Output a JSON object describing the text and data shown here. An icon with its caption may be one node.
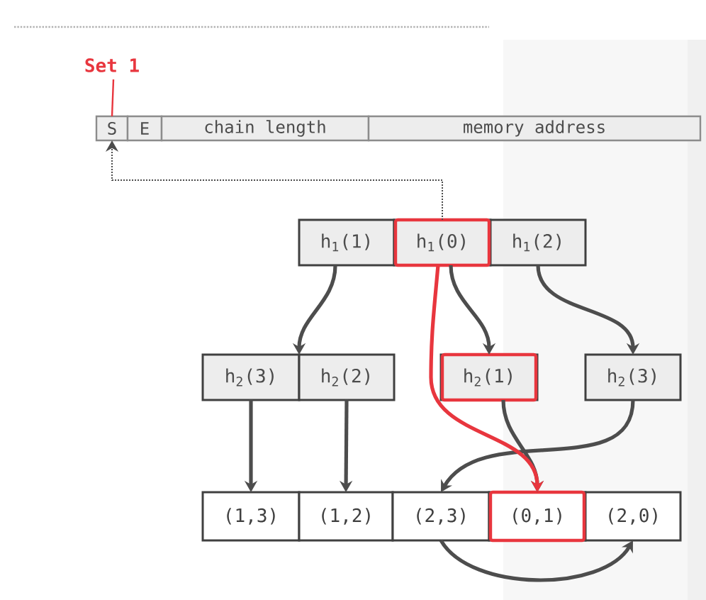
{
  "diagram": {
    "nodes": [
      {
        "text": [
          "Set 1"
        ]
      },
      {
        "text": [
          "S"
        ]
      },
      {
        "text": [
          "E"
        ]
      },
      {
        "text": [
          "chain length"
        ]
      },
      {
        "text": [
          "memory address"
        ]
      },
      {
        "text": [
          "h$_{1}$(1)"
        ]
      },
      {
        "text": [
          "h$_{1}$(0)"
        ]
      },
      {
        "text": [
          "h$_{1}$(2)"
        ]
      },
      {
        "text": [
          "h$_{2}$(3)"
        ]
      },
      {
        "text": [
          "h$_{2}$(2)"
        ]
      },
      {
        "text": [
          "h$_{2}$(1)"
        ]
      },
      {
        "text": [
          "h$_{2}$(3)"
        ]
      },
      {
        "text": [
          "(1,3)"
        ]
      },
      {
        "text": [
          "(1,2)"
        ]
      },
      {
        "text": [
          "(2,3)"
        ]
      },
      {
        "text": [
          "(0,1)"
        ]
      },
      {
        "text": [
          "(2,0)"
        ]
      }
    ],
    "edges": [
      {
        "from": 0,
        "to": 1,
        "arrow": "none",
        "color": "#e8363e"
      },
      {
        "from": 6,
        "to": 1,
        "arrow": "to",
        "style": "dashed"
      },
      {
        "from": 5,
        "to": 8,
        "arrow": "to"
      },
      {
        "from": 6,
        "to": 10,
        "arrow": "to"
      },
      {
        "from": 7,
        "to": 11,
        "arrow": "to"
      },
      {
        "from": 8,
        "to": 12,
        "arrow": "to"
      },
      {
        "from": 9,
        "to": 13,
        "arrow": "to"
      },
      {
        "from": 10,
        "to": 15,
        "arrow": "to"
      },
      {
        "from": 11,
        "to": 14,
        "arrow": "to"
      },
      {
        "from": 14,
        "to": 16,
        "arrow": "to"
      },
      {
        "from": 6,
        "to": 15,
        "arrow": "to",
        "color": "#e8363e"
      }
    ]
  }
}
